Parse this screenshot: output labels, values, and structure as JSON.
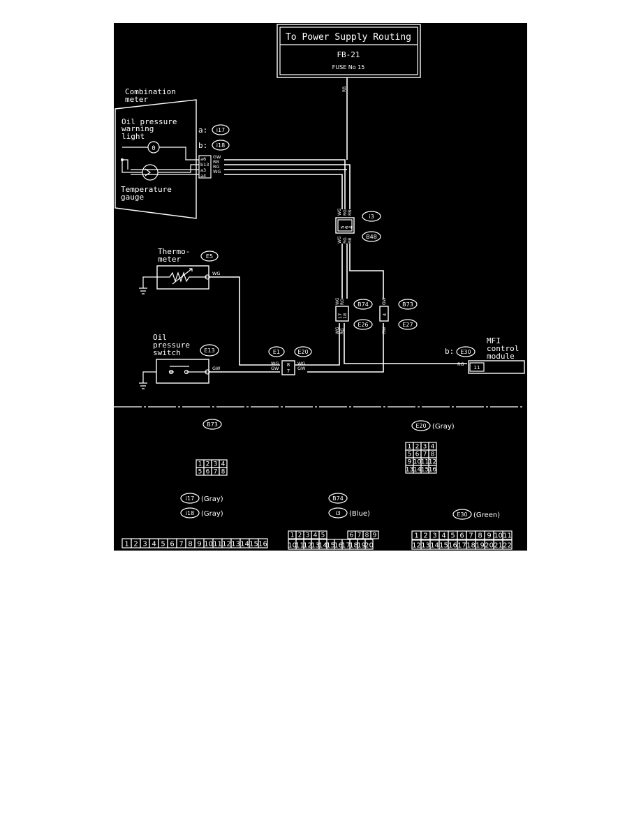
{
  "power_box": {
    "title": "To Power Supply Routing",
    "fuse_block": "FB-21",
    "fuse": "FUSE No 15",
    "wire_color": "RB"
  },
  "combination_meter": {
    "title_line1": "Combination",
    "title_line2": "meter",
    "oil_light_line1": "Oil pressure",
    "oil_light_line2": "warning",
    "oil_light_line3": "light",
    "temp_gauge_line1": "Temperature",
    "temp_gauge_line2": "gauge",
    "conn_a_prefix": "a:",
    "conn_a": "i17",
    "conn_b_prefix": "b:",
    "conn_b": "i18",
    "pins": [
      "a6",
      "b13",
      "a3",
      "a4"
    ],
    "wire_colors": [
      "GW",
      "RB",
      "RG",
      "WG"
    ]
  },
  "connector_i3": {
    "label": "i3",
    "label2": "B48",
    "wire_colors_top": [
      "WG",
      "RG",
      "RB"
    ],
    "wire_colors_bottom": [
      "WG",
      "RG",
      "RB"
    ],
    "pins": [
      "5",
      "6",
      "4"
    ]
  },
  "thermometer": {
    "line1": "Thermo-",
    "line2": "meter",
    "connector": "E5",
    "wire_color": "WG"
  },
  "connector_b74": {
    "label": "B74",
    "label2": "E26",
    "wire_colors_top": [
      "WG",
      "RG"
    ],
    "wire_colors_bottom": [
      "WG",
      "RG"
    ],
    "pins": [
      "17",
      "18"
    ]
  },
  "connector_b73": {
    "label": "B73",
    "label2": "E27",
    "wire_color_top": "GW",
    "wire_color_bottom": "GW",
    "pin": "4"
  },
  "oil_switch": {
    "line1": "Oil",
    "line2": "pressure",
    "line3": "switch",
    "connector": "E13",
    "wire_color": "GW"
  },
  "connector_e1": {
    "label": "E1",
    "label2": "E20",
    "left_colors": [
      "WG",
      "GW"
    ],
    "right_colors": [
      "WG",
      "GW"
    ],
    "pins": [
      "8",
      "7"
    ]
  },
  "mfi_module": {
    "prefix": "b:",
    "connector": "E30",
    "line1": "MFI",
    "line2": "control",
    "line3": "module",
    "wire_color": "RG",
    "pin": "11"
  },
  "legend": {
    "b73": {
      "label": "B73",
      "row1": [
        "1",
        "2",
        "3",
        "4"
      ],
      "row2": [
        "5",
        "6",
        "7",
        "8"
      ]
    },
    "e20": {
      "label": "E20",
      "color": "(Gray)",
      "rows": [
        [
          "1",
          "2",
          "3",
          "4"
        ],
        [
          "5",
          "6",
          "7",
          "8"
        ],
        [
          "9",
          "10",
          "11",
          "12"
        ],
        [
          "13",
          "14",
          "15",
          "16"
        ]
      ]
    },
    "i17": {
      "label": "i17",
      "color": "(Gray)"
    },
    "i18": {
      "label": "i18",
      "color": "(Gray)"
    },
    "i17_pins": [
      "1",
      "2",
      "3",
      "4",
      "5",
      "6",
      "7",
      "8",
      "9",
      "10",
      "11",
      "12",
      "13",
      "14",
      "15",
      "16"
    ],
    "b74": {
      "label": "B74"
    },
    "i3": {
      "label": "i3",
      "color": "(Blue)"
    },
    "b74_row1": [
      "1",
      "2",
      "3",
      "4",
      "5",
      "6",
      "7",
      "8",
      "9"
    ],
    "b74_row2": [
      "10",
      "11",
      "12",
      "13",
      "14",
      "15",
      "16",
      "17",
      "18",
      "19",
      "20"
    ],
    "e30": {
      "label": "E30",
      "color": "(Green)"
    },
    "e30_row1": [
      "1",
      "2",
      "3",
      "4",
      "5",
      "6",
      "7",
      "8",
      "9",
      "10",
      "11"
    ],
    "e30_row2": [
      "12",
      "13",
      "14",
      "15",
      "16",
      "17",
      "18",
      "19",
      "20",
      "21",
      "22"
    ]
  }
}
